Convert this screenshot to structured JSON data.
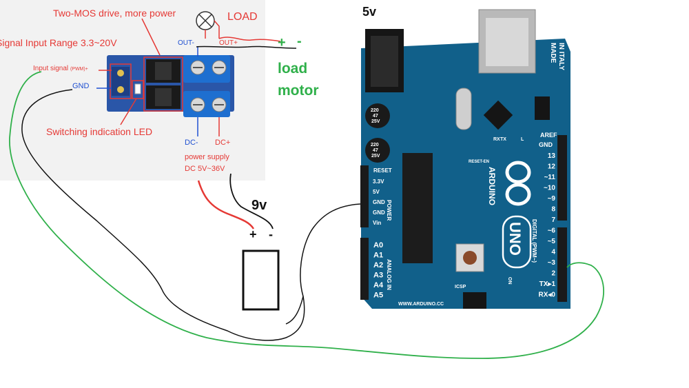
{
  "colors": {
    "module_bg": "#f2f2f2",
    "module_pcb": "#2a56a8",
    "terminal": "#1e6fd0",
    "arduino_pcb": "#11608a",
    "wire_green": "#2fb04a",
    "wire_red": "#e53935",
    "wire_black": "#111111",
    "label_red": "#e53935",
    "label_blue": "#1e4fd1"
  },
  "mosfet_module": {
    "title": "Two-MOS drive, more power",
    "signal_range": "Signal Input Range  3.3~20V",
    "input_signal": "Input signal",
    "pwm_suffix": "(PWM)+",
    "gnd": "GND",
    "led_caption": "Switching indication LED",
    "out_minus": "OUT-",
    "out_plus": "OUT+",
    "dc_minus": "DC-",
    "dc_plus": "DC+",
    "power_supply": "power supply",
    "power_range": "DC 5V~36V"
  },
  "load": {
    "label": "LOAD",
    "plus": "+",
    "minus": "-",
    "note_line1": "load",
    "note_line2": "motor"
  },
  "battery": {
    "voltage": "9v",
    "plus": "+",
    "minus": "-"
  },
  "arduino": {
    "supply_label": "5v",
    "made_in_line1": "MADE",
    "made_in_line2": "IN ITALY",
    "logo": "ARDUINO",
    "model": "UNO",
    "website": "WWW.ARDUINO.CC",
    "digital_label": "DIGITAL (PWM~)",
    "power_label": "POWER",
    "analog_label": "ANALOG IN",
    "reset_label": "RESET",
    "aref": "AREF",
    "gnd_top": "GND",
    "digital_pins": [
      "13",
      "12",
      "~11",
      "~10",
      "~9",
      "8",
      "7",
      "~6",
      "~5",
      "4",
      "~3",
      "2",
      "TX▸1",
      "RX◂0"
    ],
    "power_pins": [
      "RESET",
      "3.3V",
      "5V",
      "GND",
      "GND",
      "Vin"
    ],
    "analog_pins": [
      "A0",
      "A1",
      "A2",
      "A3",
      "A4",
      "A5"
    ],
    "cap_text": [
      "220",
      "47",
      "25V"
    ],
    "tx": "TX",
    "rx": "RX",
    "l": "L",
    "on": "ON",
    "icsp": "ICSP",
    "reset_en": "RESET-EN"
  }
}
